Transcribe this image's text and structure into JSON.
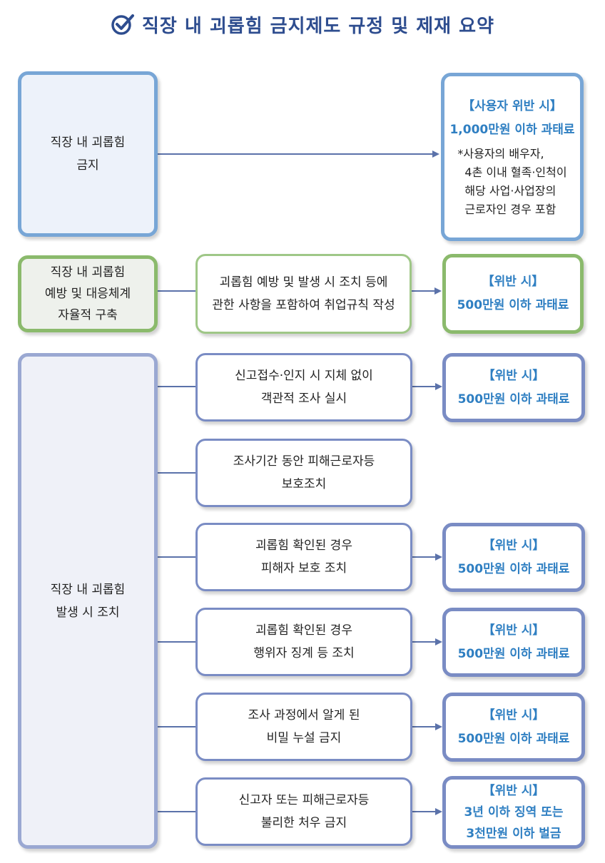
{
  "title": "직장 내 괴롭힘 금지제도 규정 및 제재 요약",
  "colors": {
    "title": "#2e4d8f",
    "penalty_text": "#2f7fc2",
    "blue_border": "#78a6d6",
    "green_border": "#8bba6c",
    "purple_border": "#7a8cc4",
    "connector": "#5b72aa"
  },
  "sections": {
    "prohibition": {
      "label": [
        "직장 내 괴롭힘",
        "금지"
      ],
      "penalty": {
        "head": "【사용자 위반 시】",
        "amount": "1,000만원 이하 과태료",
        "note": [
          "*사용자의 배우자,",
          "4촌 이내 혈족·인척이",
          "해당 사업·사업장의",
          "근로자인 경우 포함"
        ]
      }
    },
    "prevention": {
      "label": [
        "직장 내 괴롭힘",
        "예방 및 대응체계",
        "자율적 구축"
      ],
      "action": [
        "괴롭힘 예방 및 발생 시 조치 등에",
        "관한 사항을 포함하여 취업규칙  작성"
      ],
      "penalty": {
        "head": "【위반 시】",
        "amount": "500만원 이하 과태료"
      }
    },
    "response": {
      "label": [
        "직장 내 괴롭힘",
        "발생 시 조치"
      ],
      "actions": [
        {
          "text": [
            "신고접수·인지 시 지체 없이",
            "객관적 조사 실시"
          ],
          "penalty": [
            "【위반 시】",
            "500만원 이하 과태료"
          ]
        },
        {
          "text": [
            "조사기간 동안 피해근로자등",
            "보호조치"
          ],
          "penalty": []
        },
        {
          "text": [
            "괴롭힘 확인된 경우",
            "피해자 보호 조치"
          ],
          "penalty": [
            "【위반 시】",
            "500만원 이하 과태료"
          ]
        },
        {
          "text": [
            "괴롭힘 확인된 경우",
            "행위자 징계 등 조치"
          ],
          "penalty": [
            "【위반 시】",
            "500만원 이하 과태료"
          ]
        },
        {
          "text": [
            "조사 과정에서 알게 된",
            "비밀 누설 금지"
          ],
          "penalty": [
            "【위반 시】",
            "500만원 이하 과태료"
          ]
        },
        {
          "text": [
            "신고자 또는 피해근로자등",
            "불리한 처우 금지"
          ],
          "penalty": [
            "【위반 시】",
            "3년 이하 징역 또는",
            "3천만원 이하 벌금"
          ]
        }
      ]
    }
  }
}
